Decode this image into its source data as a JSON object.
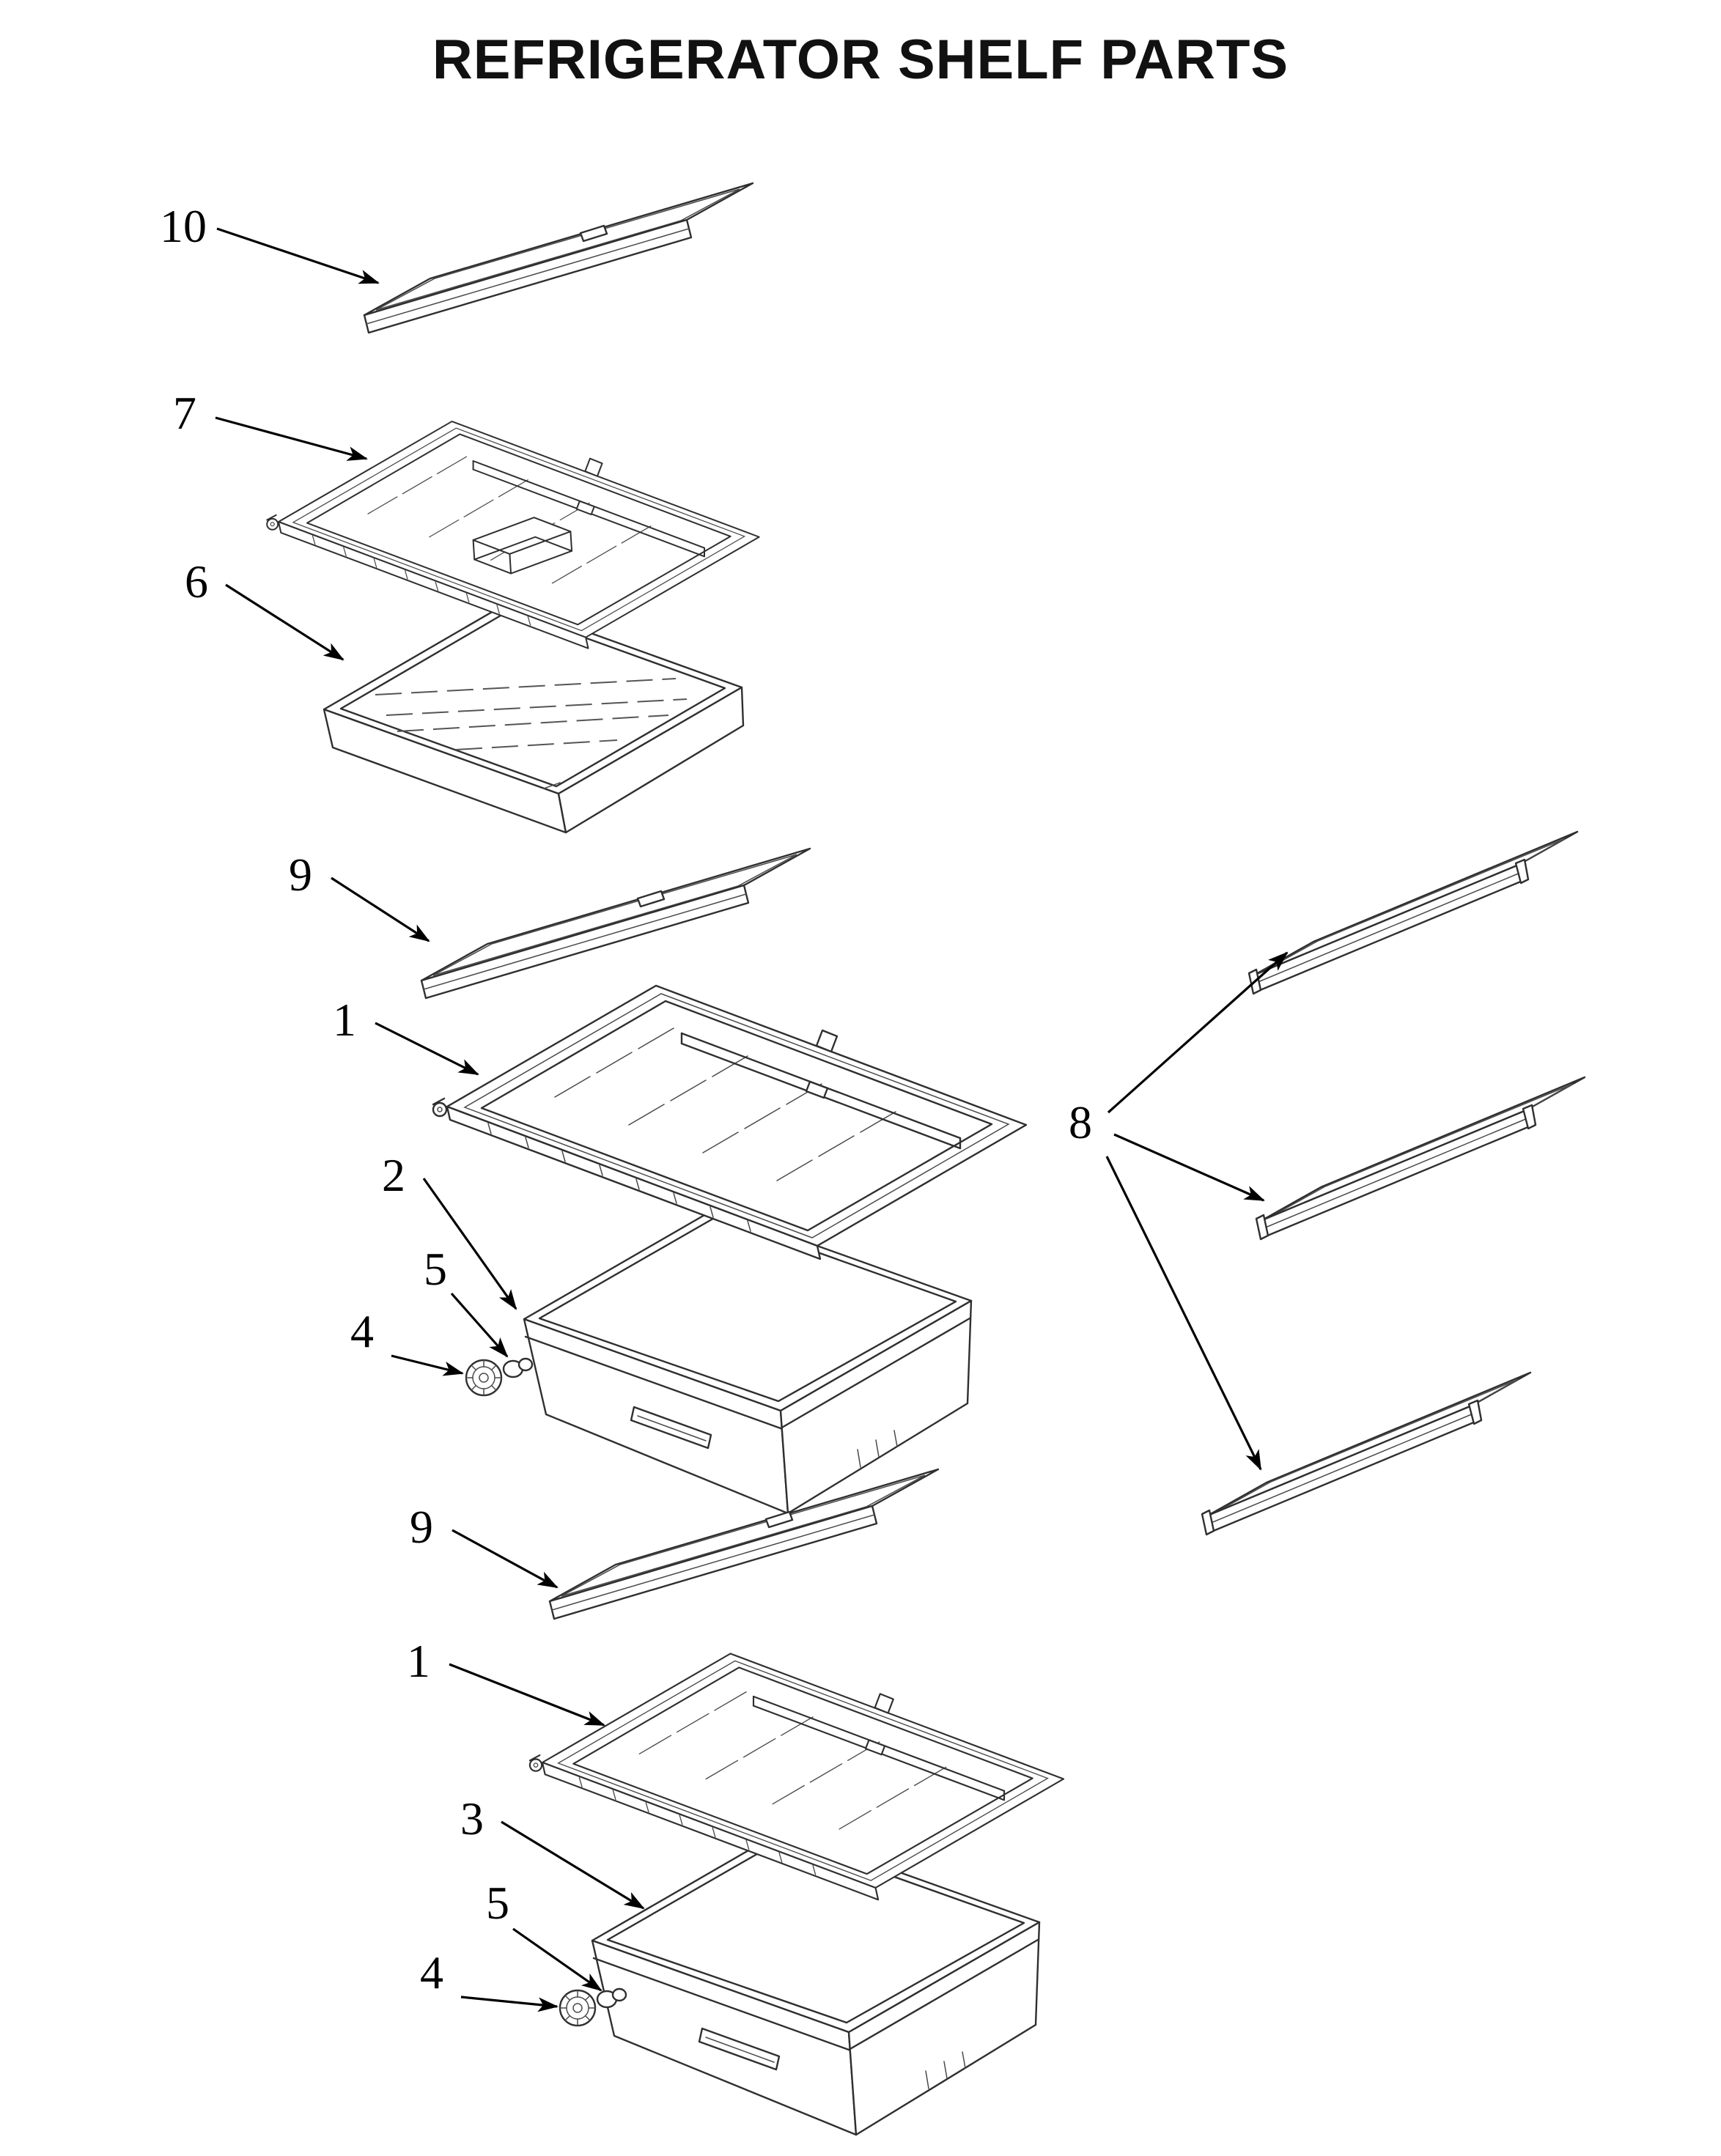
{
  "title": "REFRIGERATOR SHELF PARTS",
  "colors": {
    "background": "#ffffff",
    "line_art": "#2f2f2f",
    "callout_text": "#000000"
  },
  "callouts": [
    {
      "label": "10"
    },
    {
      "label": "7"
    },
    {
      "label": "6"
    },
    {
      "label": "9"
    },
    {
      "label": "1"
    },
    {
      "label": "2"
    },
    {
      "label": "5"
    },
    {
      "label": "4"
    },
    {
      "label": "8"
    },
    {
      "label": "9"
    },
    {
      "label": "1"
    },
    {
      "label": "3"
    },
    {
      "label": "5"
    },
    {
      "label": "4"
    }
  ]
}
